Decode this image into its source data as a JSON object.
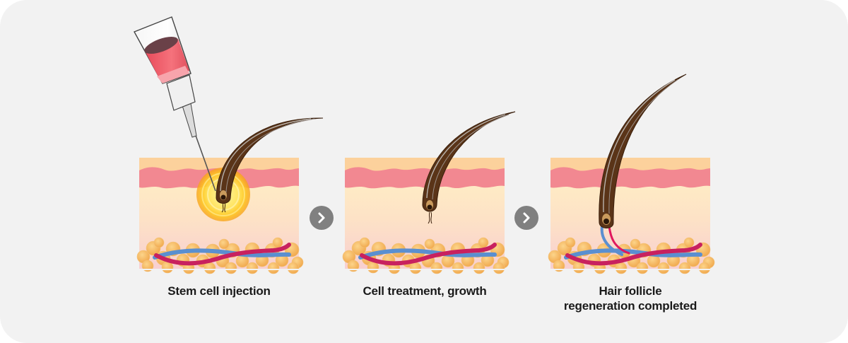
{
  "diagram": {
    "title": "Hair follicle regeneration process",
    "steps": [
      {
        "id": "step-1",
        "caption": "Stem cell injection",
        "illustration": "syringe-injection-into-follicle"
      },
      {
        "id": "step-2",
        "caption": "Cell treatment, growth",
        "illustration": "follicle-growth"
      },
      {
        "id": "step-3",
        "caption_line1": "Hair follicle",
        "caption_line2": "regeneration completed",
        "illustration": "regenerated-follicle-with-vessels"
      }
    ],
    "connectors": [
      {
        "icon": "chevron-right-icon",
        "from": "step-1",
        "to": "step-2"
      },
      {
        "icon": "chevron-right-icon",
        "from": "step-2",
        "to": "step-3"
      }
    ]
  },
  "colors": {
    "background": "#f2f2f2",
    "epidermis_top": "#fcd19c",
    "epidermis_band": "#f28891",
    "dermis_top": "#fff1c2",
    "dermis_bottom": "#f9d3d0",
    "fat_cells": "#f7b656",
    "artery": "#c8215f",
    "vein": "#5a8fd0",
    "hair": "#5a3418",
    "syringe_liquid": "#ee5c68",
    "glow": "#ffd21f",
    "arrow_button": "#808080"
  }
}
